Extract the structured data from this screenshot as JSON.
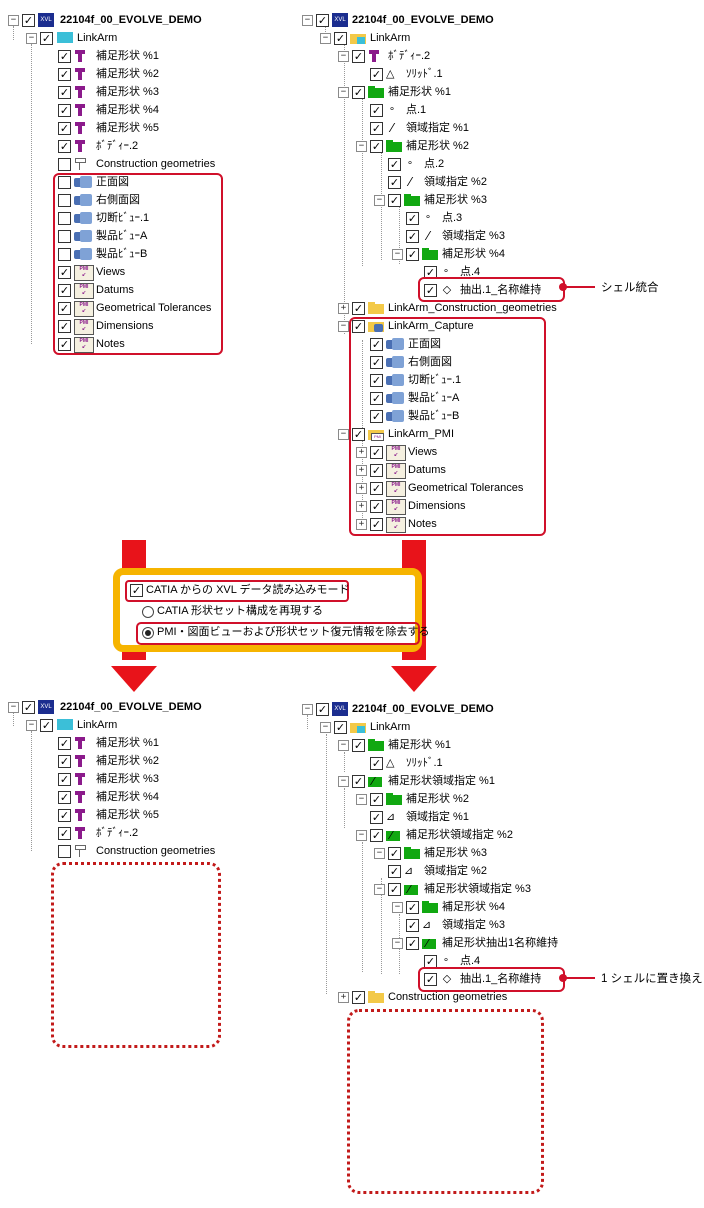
{
  "colors": {
    "highlight": "#d0102a",
    "arrow": "#e8131a",
    "panel_border": "#f6b400",
    "folder_green": "#11a811",
    "folder_yellow": "#f3c948",
    "pmi_purple": "#8b1a8b"
  },
  "tl": {
    "root": "22104f_00_EVOLVE_DEMO",
    "linkarm": "LinkArm",
    "items": [
      "補足形状 %1",
      "補足形状 %2",
      "補足形状 %3",
      "補足形状 %4",
      "補足形状 %5",
      "ﾎﾞﾃﾞｨｰ.2",
      "Construction geometries"
    ],
    "views": [
      "正面図",
      "右側面図",
      "切断ﾋﾞｭｰ.1",
      "製品ﾋﾞｭｰA",
      "製品ﾋﾞｭｰB"
    ],
    "pmi": [
      "Views",
      "Datums",
      "Geometrical Tolerances",
      "Dimensions",
      "Notes"
    ]
  },
  "tr": {
    "root": "22104f_00_EVOLVE_DEMO",
    "linkarm": "LinkArm",
    "body2": "ﾎﾞﾃﾞｨｰ.2",
    "solid1": "ｿﾘｯﾄﾞ.1",
    "sup1": "補足形状 %1",
    "pt1": "点.1",
    "reg1": "領域指定 %1",
    "sup2": "補足形状 %2",
    "pt2": "点.2",
    "reg2": "領域指定 %2",
    "sup3": "補足形状 %3",
    "pt3": "点.3",
    "reg3": "領域指定 %3",
    "sup4": "補足形状 %4",
    "pt4": "点.4",
    "extract": "抽出.1_名称維持",
    "construction": "LinkArm_Construction_geometries",
    "capture": "LinkArm_Capture",
    "views": [
      "正面図",
      "右側面図",
      "切断ﾋﾞｭｰ.1",
      "製品ﾋﾞｭｰA",
      "製品ﾋﾞｭｰB"
    ],
    "pmi_group": "LinkArm_PMI",
    "pmi": [
      "Views",
      "Datums",
      "Geometrical Tolerances",
      "Dimensions",
      "Notes"
    ],
    "callout": "シェル統合"
  },
  "options": {
    "mode_label": "CATIA からの XVL データ読み込みモード",
    "radio1": "CATIA 形状セット構成を再現する",
    "radio2": "PMI・図面ビューおよび形状セット復元情報を除去する"
  },
  "bl": {
    "root": "22104f_00_EVOLVE_DEMO",
    "linkarm": "LinkArm",
    "items": [
      "補足形状 %1",
      "補足形状 %2",
      "補足形状 %3",
      "補足形状 %4",
      "補足形状 %5",
      "ﾎﾞﾃﾞｨｰ.2",
      "Construction geometries"
    ]
  },
  "br": {
    "root": "22104f_00_EVOLVE_DEMO",
    "linkarm": "LinkArm",
    "sup1": "補足形状 %1",
    "solid1": "ｿﾘｯﾄﾞ.1",
    "merged1": "補足形状領域指定 %1",
    "sup2": "補足形状 %2",
    "reg1": "領域指定 %1",
    "merged2": "補足形状領域指定 %2",
    "sup3": "補足形状 %3",
    "reg2": "領域指定 %2",
    "merged3": "補足形状領域指定 %3",
    "sup4": "補足形状 %4",
    "reg3": "領域指定 %3",
    "merged4": "補足形状抽出1名称維持",
    "pt4": "点.4",
    "extract": "抽出.1_名称維持",
    "construction": "Construction geometries",
    "callout": "1 シェルに置き換え"
  }
}
